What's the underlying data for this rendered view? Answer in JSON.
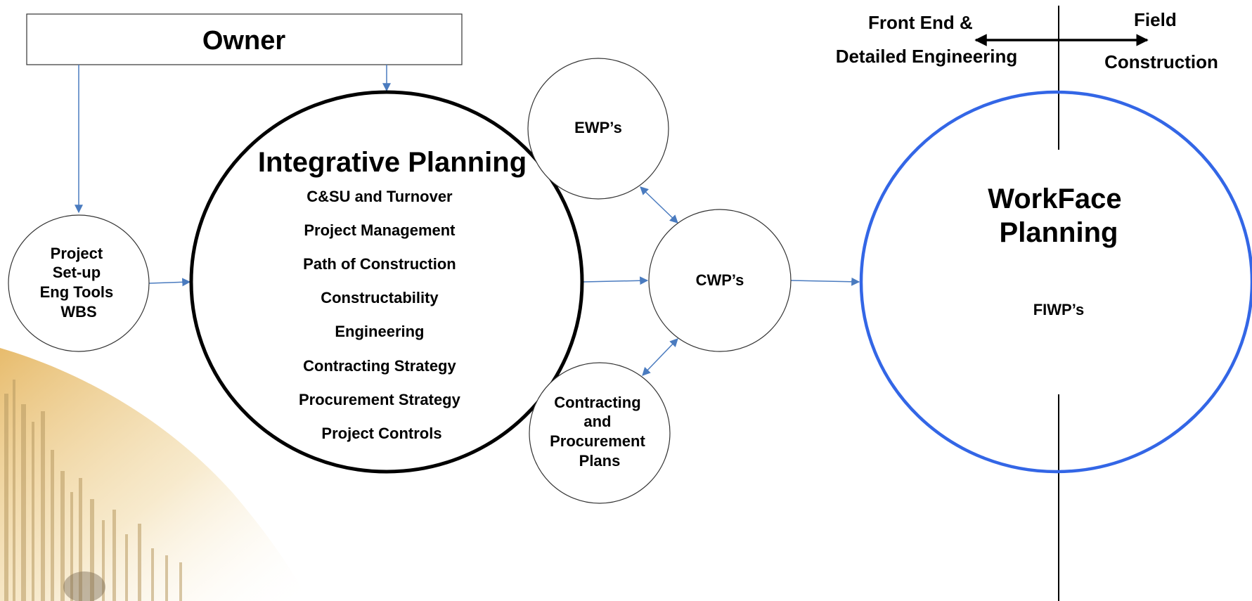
{
  "colors": {
    "background": "#ffffff",
    "connector": "#4a7bbf",
    "workface_ring": "#3366e6",
    "outline": "#000000",
    "backdrop_gold": "#e8c77a",
    "backdrop_pillar": "#b89a62"
  },
  "owner": {
    "label": "Owner"
  },
  "setup": {
    "lines": [
      "Project",
      "Set-up",
      "Eng Tools",
      "WBS"
    ]
  },
  "integrative": {
    "title": "Integrative Planning",
    "items": [
      "C&SU and Turnover",
      "Project Management",
      "Path of Construction",
      "Constructability",
      "Engineering",
      "Contracting Strategy",
      "Procurement Strategy",
      "Project Controls"
    ]
  },
  "ewp": {
    "label": "EWP’s"
  },
  "cwp": {
    "label": "CWP’s"
  },
  "contracting": {
    "lines": [
      "Contracting",
      "and",
      "Procurement",
      "Plans"
    ]
  },
  "workface": {
    "title_lines": [
      "WorkFace",
      "Planning"
    ],
    "subtitle": "FIWP’s"
  },
  "phase_divider": {
    "left_lines": [
      "Front End &",
      "Detailed Engineering"
    ],
    "right_lines": [
      "Field",
      "Construction"
    ]
  }
}
